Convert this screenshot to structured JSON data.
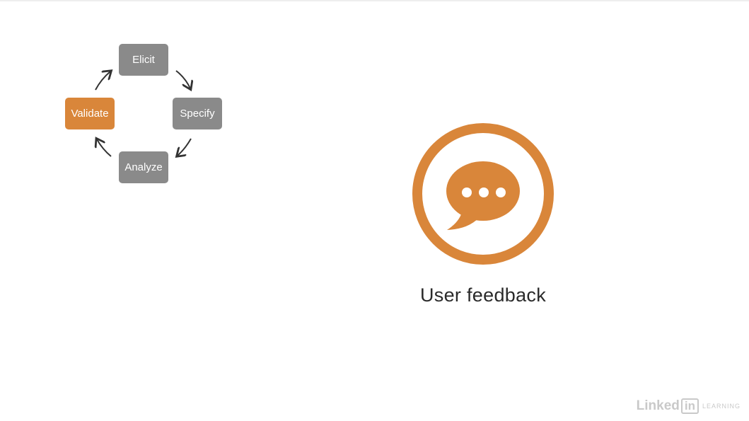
{
  "cycle": {
    "steps": [
      {
        "label": "Elicit",
        "active": false
      },
      {
        "label": "Specify",
        "active": false
      },
      {
        "label": "Analyze",
        "active": false
      },
      {
        "label": "Validate",
        "active": true
      }
    ]
  },
  "feedback": {
    "label": "User feedback",
    "icon": "speech-bubble-icon"
  },
  "brand": {
    "name": "Linked",
    "box": "in",
    "sub": "LEARNING"
  },
  "colors": {
    "accent": "#d9863a",
    "step_inactive": "#8a8a8a",
    "arrow": "#333333",
    "text": "#2a2a2a"
  }
}
